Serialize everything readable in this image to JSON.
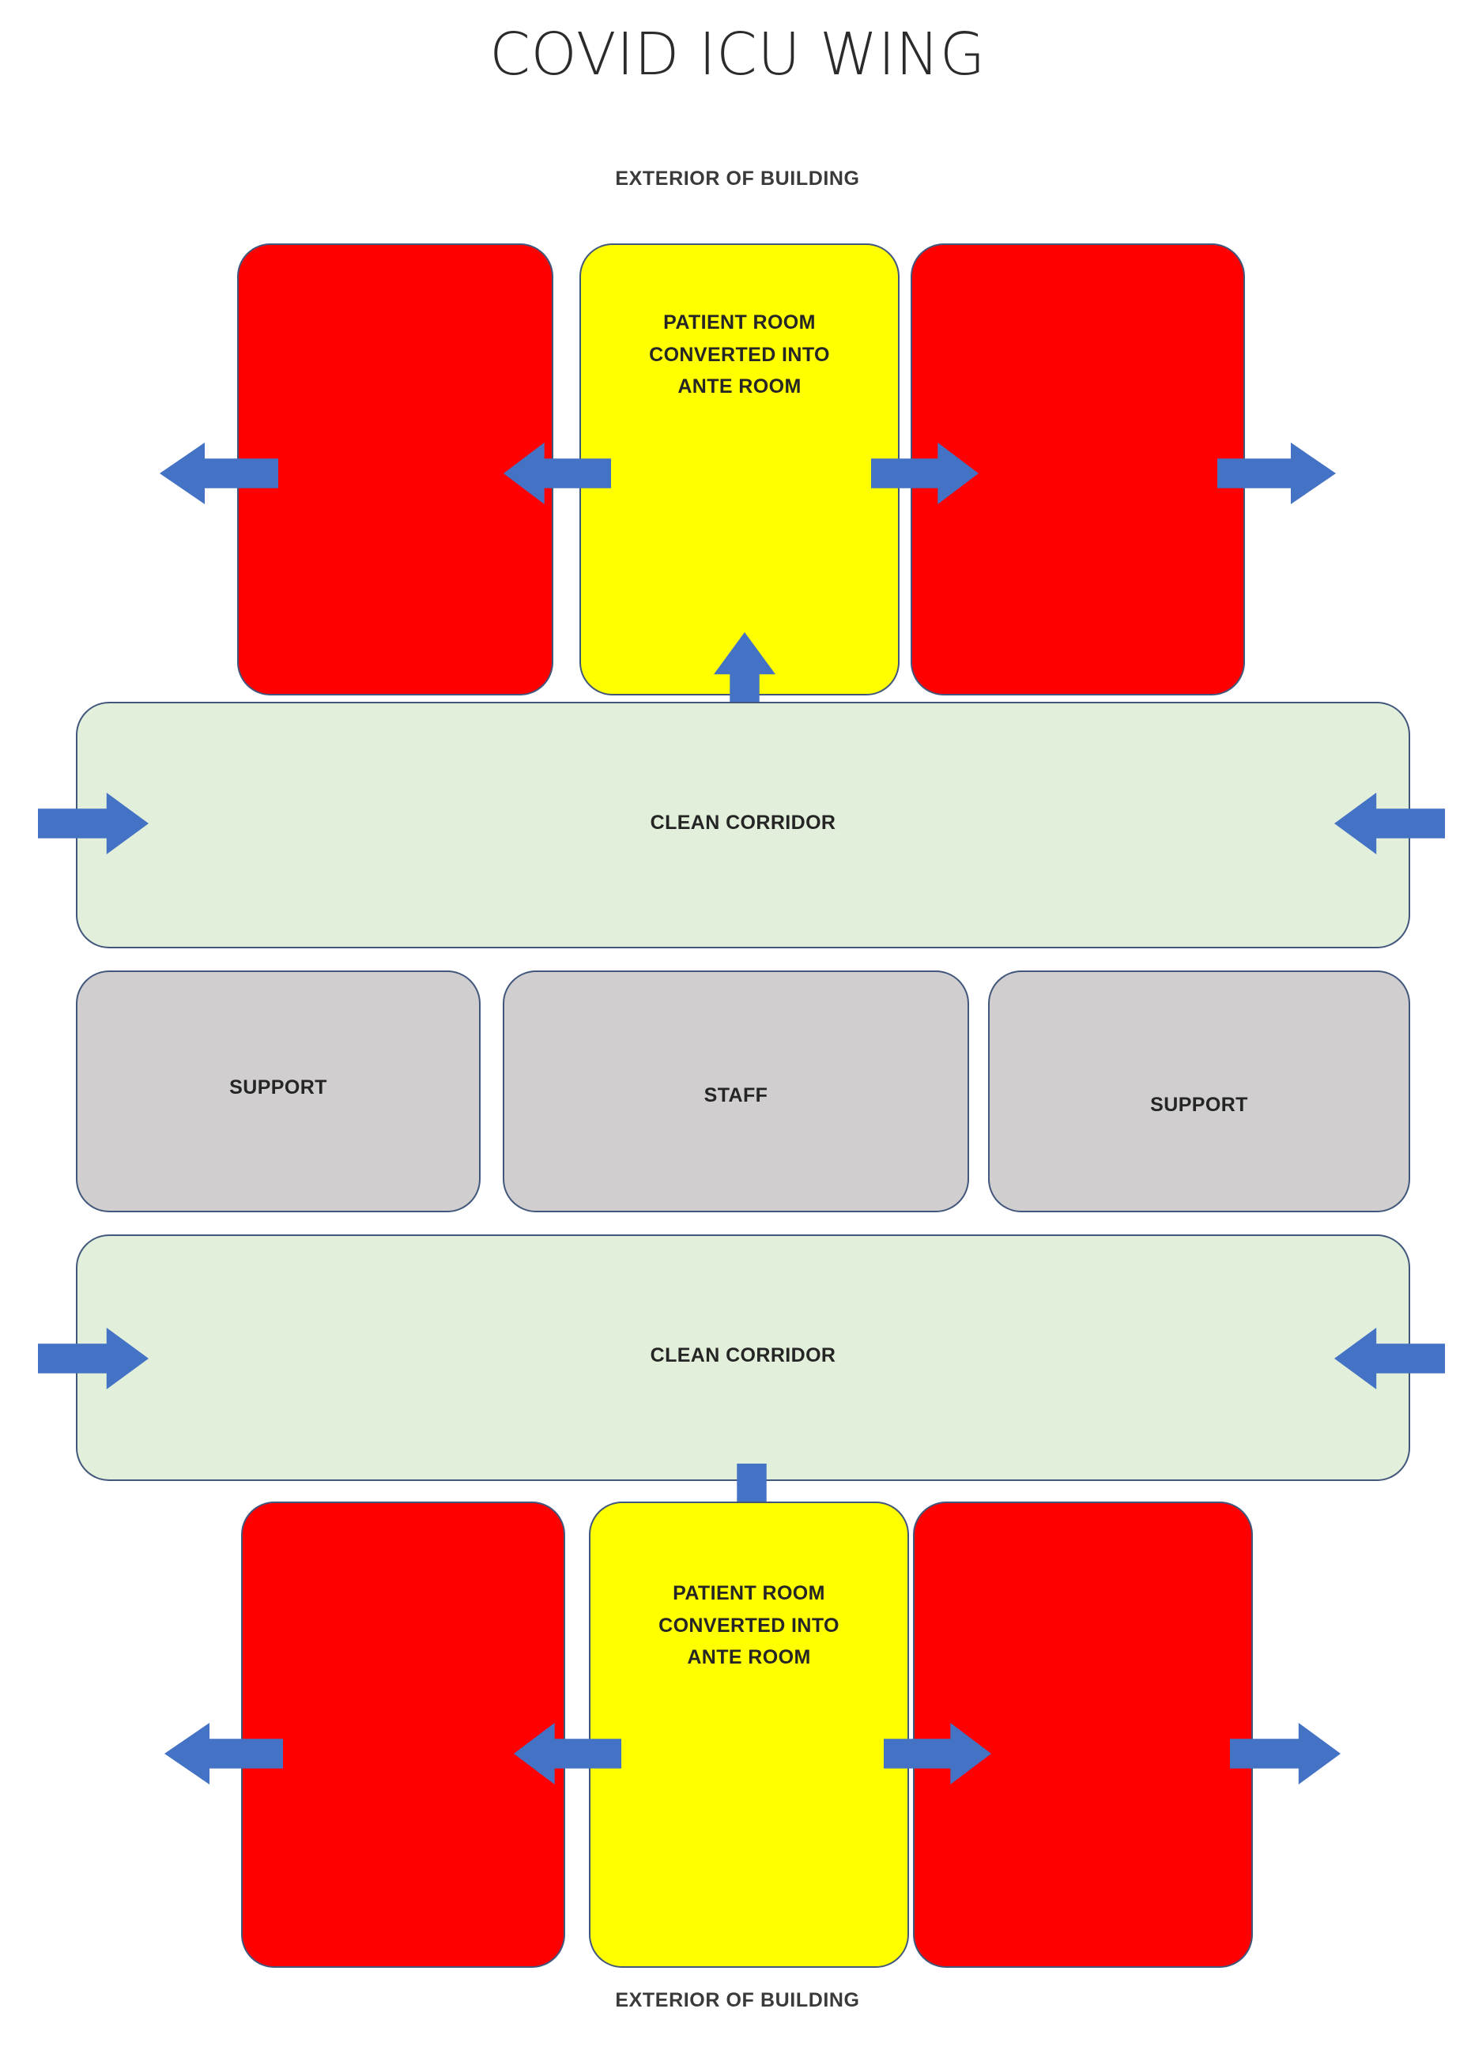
{
  "diagram": {
    "title": "COVID ICU WING",
    "caption_top": "EXTERIOR OF BUILDING",
    "caption_bottom": "EXTERIOR OF BUILDING",
    "colors": {
      "patient_room": "#FF0000",
      "ante_room": "#FFFF00",
      "clean_corridor": "#E2EFDA",
      "support_staff": "#D0CECE",
      "arrow": "#4472C4",
      "outline": "#41577C",
      "background": "#FFFFFF"
    },
    "rooms": {
      "top_left_patient": "",
      "top_ante": "PATIENT ROOM\nCONVERTED INTO\nANTE ROOM",
      "top_right_patient": "",
      "corridor_upper": "CLEAN CORRIDOR",
      "support_left": "SUPPORT",
      "staff_center": "STAFF",
      "support_right": "SUPPORT",
      "corridor_lower": "CLEAN CORRIDOR",
      "bottom_left_patient": "",
      "bottom_ante": "PATIENT ROOM\nCONVERTED INTO\nANTE ROOM",
      "bottom_right_patient": ""
    },
    "arrows": [
      {
        "name": "top-far-left-exit",
        "direction": "left"
      },
      {
        "name": "top-left-into-ante",
        "direction": "left"
      },
      {
        "name": "top-ante-into-right-room",
        "direction": "right"
      },
      {
        "name": "top-far-right-exit",
        "direction": "right"
      },
      {
        "name": "top-corridor-into-ante",
        "direction": "up"
      },
      {
        "name": "corridor-upper-left-in",
        "direction": "right"
      },
      {
        "name": "corridor-upper-right-in",
        "direction": "left"
      },
      {
        "name": "corridor-lower-left-in",
        "direction": "right"
      },
      {
        "name": "corridor-lower-right-in",
        "direction": "left"
      },
      {
        "name": "bottom-corridor-into-ante",
        "direction": "down"
      },
      {
        "name": "bottom-far-left-exit",
        "direction": "left"
      },
      {
        "name": "bottom-left-into-ante",
        "direction": "left"
      },
      {
        "name": "bottom-ante-into-right",
        "direction": "right"
      },
      {
        "name": "bottom-far-right-exit",
        "direction": "right"
      }
    ]
  }
}
